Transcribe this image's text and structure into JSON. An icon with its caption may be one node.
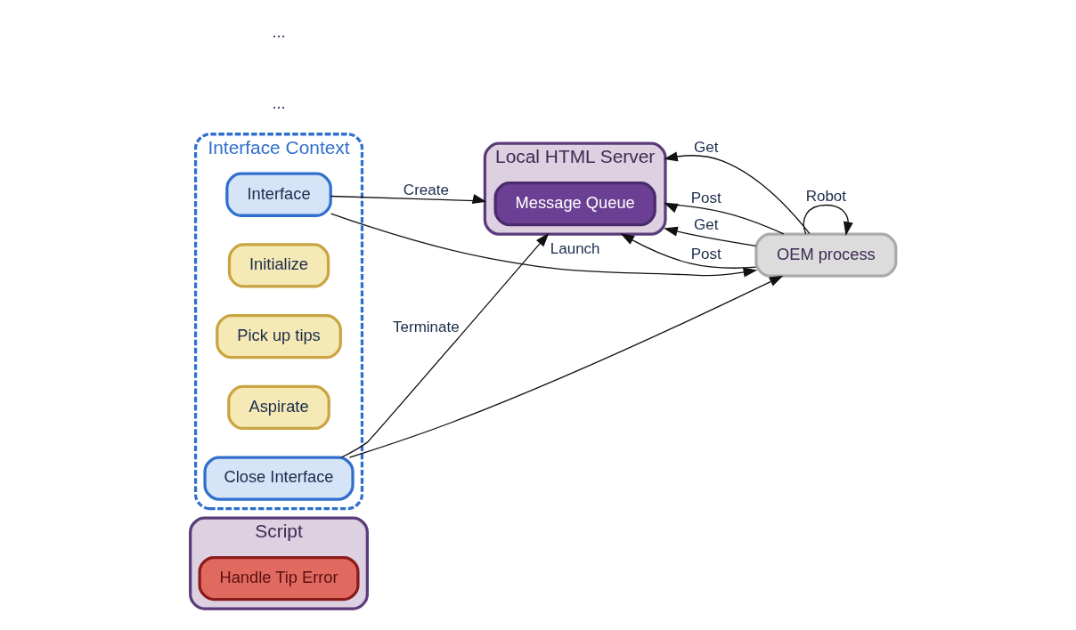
{
  "diagram": {
    "nodes": [
      {
        "text": [
          "Script"
        ]
      },
      {
        "text": [
          "Interface Context"
        ]
      },
      {
        "text": [
          "Interface"
        ],
        "in": 1
      },
      {
        "text": [
          "Initialize"
        ],
        "in": 1
      },
      {
        "text": [
          "Pick up tips"
        ],
        "in": 1
      },
      {
        "text": [
          "Aspirate"
        ],
        "in": 1
      },
      {
        "text": [
          "Close Interface"
        ],
        "in": 1
      },
      {
        "text": [
          "Handle Tip Error"
        ],
        "in": 0
      },
      {
        "text": [
          "Local HTML Server"
        ]
      },
      {
        "text": [
          "Message Queue"
        ],
        "in": 8
      },
      {
        "text": [
          "OEM process"
        ]
      }
    ],
    "edges": [
      {
        "from": 2,
        "to": 10,
        "label": "Launch",
        "arrow": "to"
      },
      {
        "from": 2,
        "to": 8,
        "label": "Create",
        "arrow": "to"
      },
      {
        "from": 10,
        "to": 8,
        "label": "Get",
        "arrow": "to"
      },
      {
        "from": 10,
        "to": 8,
        "label": "Post",
        "arrow": "to"
      },
      {
        "from": 10,
        "to": 8,
        "label": "Get",
        "arrow": "to"
      },
      {
        "from": 10,
        "to": 8,
        "label": "Post",
        "arrow": "to"
      },
      {
        "from": 10,
        "to": 10,
        "label": "Robot",
        "arrow": "to"
      },
      {
        "from": 6,
        "to": 8,
        "label": "Terminate",
        "arrow": "to"
      },
      {
        "from": 6,
        "to": 10,
        "arrow": "to"
      }
    ],
    "labels": [
      "...",
      "..."
    ]
  }
}
